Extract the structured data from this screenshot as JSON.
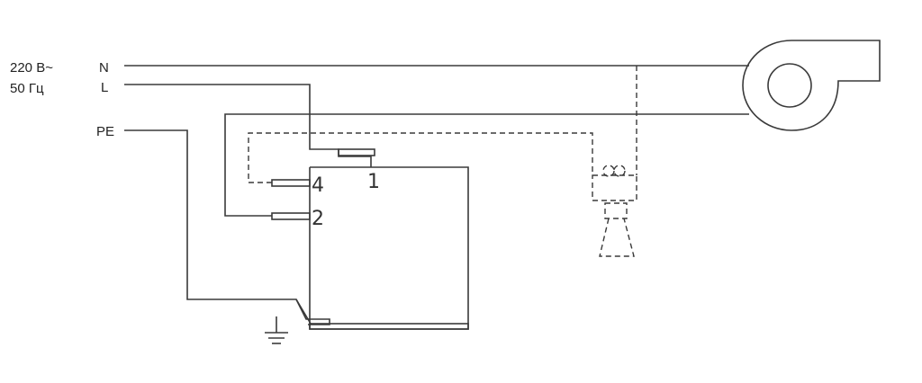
{
  "supply": {
    "voltage": "220 В~",
    "frequency": "50 Гц",
    "neutral": "N",
    "line": "L",
    "earth": "PE"
  },
  "terminals": {
    "t1": "1",
    "t2": "2",
    "t4": "4"
  },
  "colors": {
    "line": "#3a3a3a",
    "text": "#222222"
  },
  "icons": {
    "fan": "centrifugal-fan-icon",
    "ground": "ground-icon",
    "sensor": "flame-sensor-icon"
  }
}
